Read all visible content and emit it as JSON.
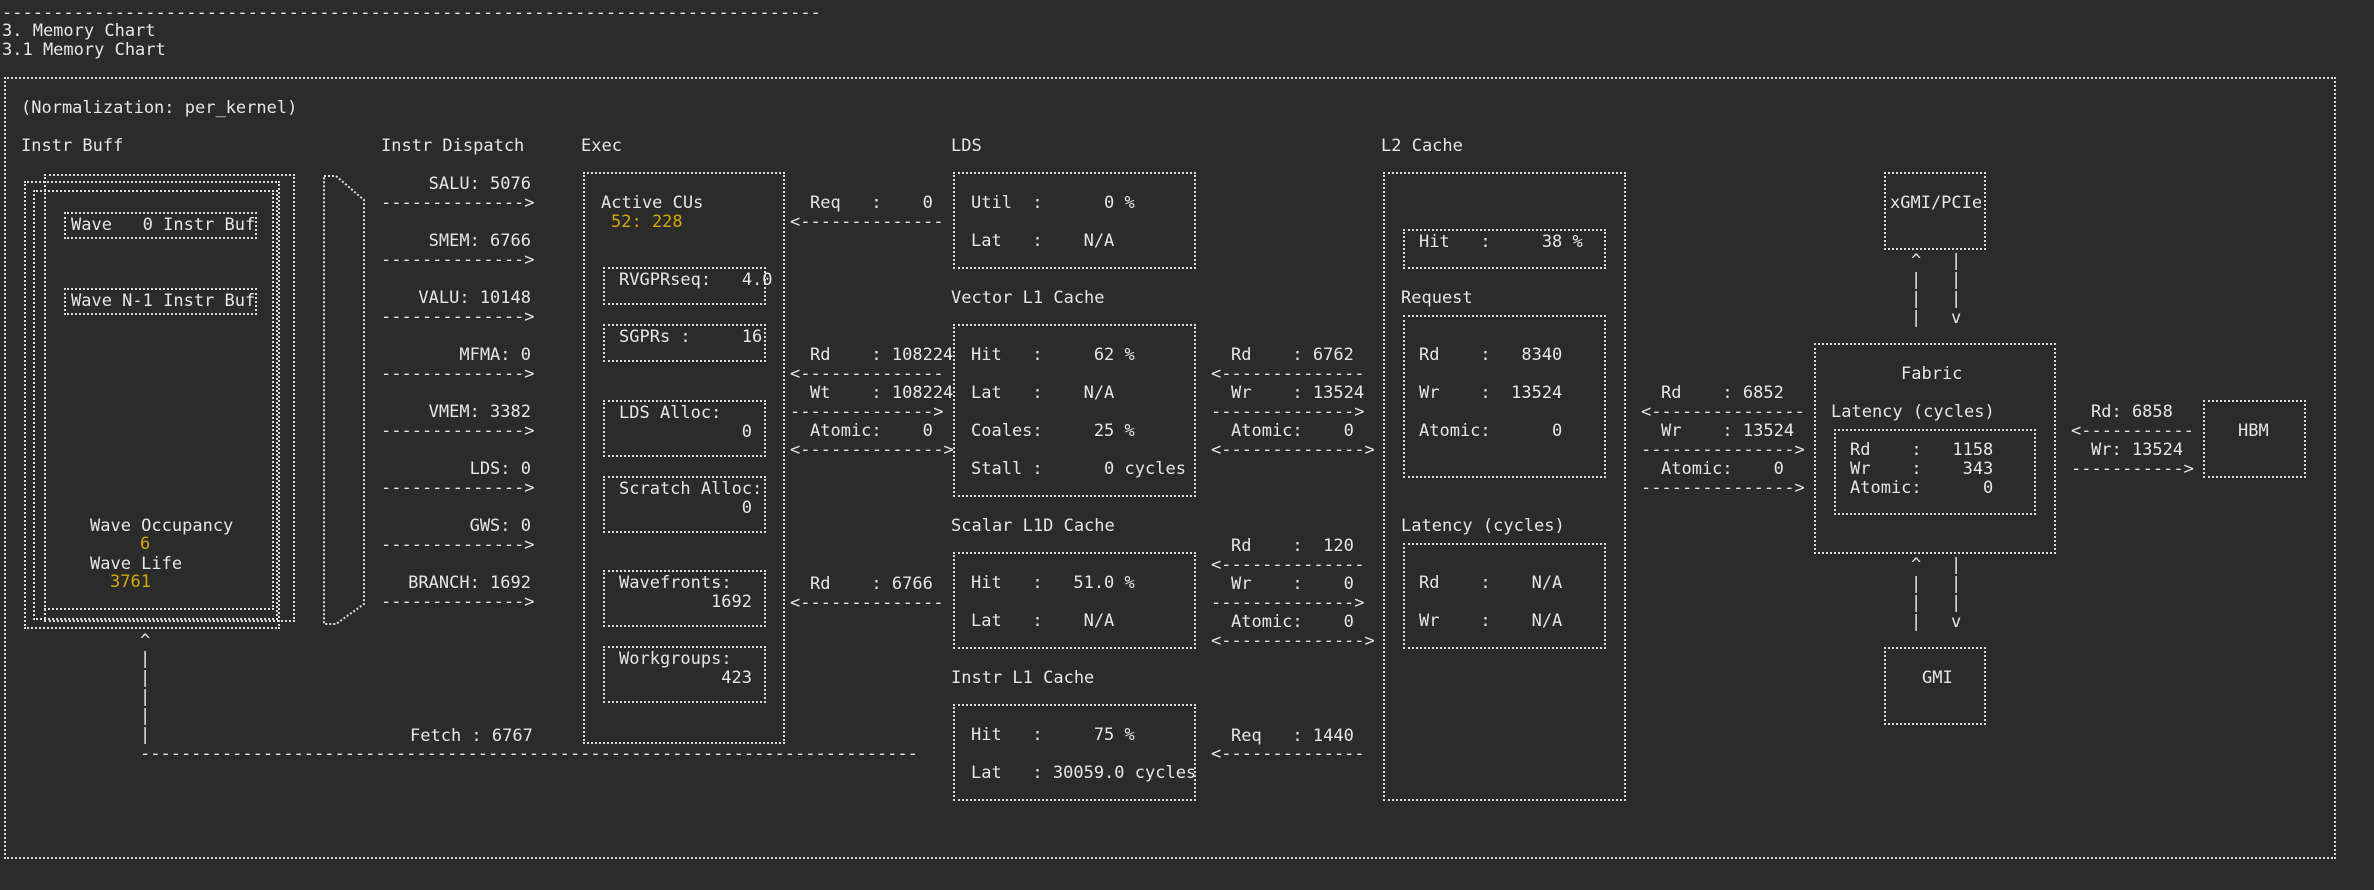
{
  "header": {
    "rule": "--------------------------------------------------------------------------------",
    "section": "3. Memory Chart",
    "subsection": "3.1 Memory Chart"
  },
  "normalization": "(Normalization: per_kernel)",
  "instr_buff": {
    "title": "Instr Buff",
    "wave0": "Wave   0 Instr Buf",
    "waveN": "Wave N-1 Instr Buf",
    "occupancy_label": "Wave Occupancy",
    "occupancy_value": "6",
    "life_label": "Wave Life",
    "life_value": "3761"
  },
  "dispatch": {
    "title": "Instr Dispatch",
    "items": [
      "SALU: 5076",
      "SMEM: 6766",
      "VALU: 10148",
      "MFMA: 0",
      "VMEM: 3382",
      "LDS: 0",
      "GWS: 0",
      "BRANCH: 1692"
    ],
    "fetch": "Fetch : 6767"
  },
  "exec": {
    "title": "Exec",
    "active_cus_label": "Active CUs",
    "active_cus_value": "52: 228",
    "rvgpr": "RVGPRseq:   4.0",
    "sgprs": "SGPRs :     16",
    "lds_alloc_label": "LDS Alloc:",
    "lds_alloc_value": "0",
    "scratch_label": "Scratch Alloc:",
    "scratch_value": "0",
    "wavefronts_label": "Wavefronts:",
    "wavefronts_value": "1692",
    "workgroups_label": "Workgroups:",
    "workgroups_value": "423"
  },
  "exec_links": {
    "lds_req": "Req   :    0",
    "vl1_rd": "Rd    : 108224",
    "vl1_wt": "Wt    : 108224",
    "vl1_atomic": "Atomic:    0",
    "sl1_rd": "Rd    : 6766"
  },
  "lds": {
    "title": "LDS",
    "util": "Util  :      0 %",
    "lat": "Lat   :    N/A"
  },
  "vl1": {
    "title": "Vector L1 Cache",
    "hit": "Hit   :     62 %",
    "lat": "Lat   :    N/A",
    "coales": "Coales:     25 %",
    "stall": "Stall :      0 cycles"
  },
  "sl1": {
    "title": "Scalar L1D Cache",
    "hit": "Hit   :   51.0 %",
    "lat": "Lat   :    N/A"
  },
  "il1": {
    "title": "Instr L1 Cache",
    "hit": "Hit   :     75 %",
    "lat": "Lat   : 30059.0 cycles"
  },
  "l1_l2_links": {
    "v_rd": "Rd    : 6762",
    "v_wr": "Wr    : 13524",
    "v_atomic": "Atomic:    0",
    "s_rd": "Rd    :  120",
    "s_wr": "Wr    :    0",
    "s_atomic": "Atomic:    0",
    "i_req": "Req   : 1440"
  },
  "l2": {
    "title": "L2 Cache",
    "hit": "Hit   :     38 %",
    "request_title": "Request",
    "rd": "Rd    :   8340",
    "wr": "Wr    :  13524",
    "atomic": "Atomic:      0",
    "latency_title": "Latency (cycles)",
    "lat_rd": "Rd    :    N/A",
    "lat_wr": "Wr    :    N/A"
  },
  "l2_fabric_links": {
    "rd": "Rd    : 6852",
    "wr": "Wr    : 13524",
    "atomic": "Atomic:    0"
  },
  "fabric": {
    "title": "Fabric",
    "latency_title": "Latency (cycles)",
    "rd": "Rd    :   1158",
    "wr": "Wr    :    343",
    "atomic": "Atomic:      0"
  },
  "xgmi": "xGMI/PCIe",
  "gmi": "GMI",
  "hbm": "HBM",
  "hbm_links": {
    "rd": "Rd: 6858",
    "wr": "Wr: 13524"
  },
  "arrows": {
    "right": "-------------->",
    "left": "<--------------",
    "both": "<-------------->",
    "left_long": "<---------------",
    "right_long": "--------------->",
    "hbm_left": "<-----------",
    "hbm_right": "----------->",
    "fetch_line": "----------------------------------------------------------------------------",
    "up_caret": "^",
    "down_v": "v",
    "pipe": "|"
  }
}
